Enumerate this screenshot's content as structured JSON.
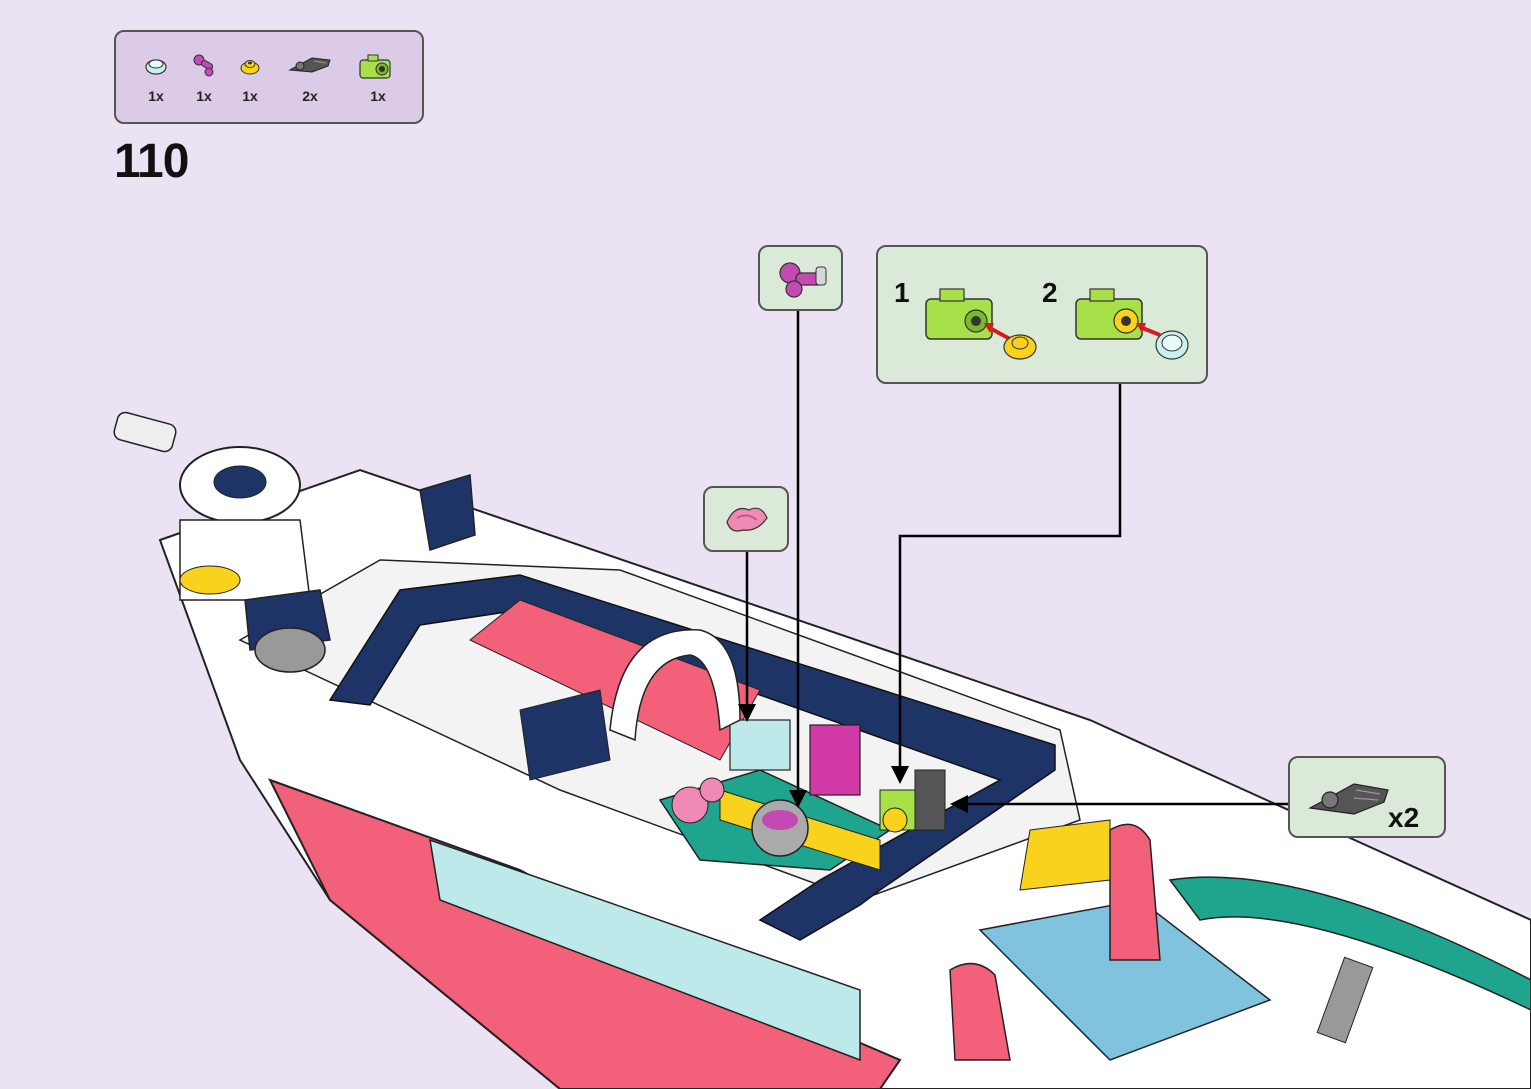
{
  "parts_list": {
    "items": [
      {
        "name": "trans-light-blue-round-dish-icon",
        "qty": "1x"
      },
      {
        "name": "magenta-hair-dryer-icon",
        "qty": "1x"
      },
      {
        "name": "yellow-round-plate-icon",
        "qty": "1x"
      },
      {
        "name": "dark-grey-flipper-icon",
        "qty": "2x"
      },
      {
        "name": "lime-camera-icon",
        "qty": "1x"
      }
    ]
  },
  "step": {
    "number": "110"
  },
  "callouts": {
    "camera_substeps": [
      {
        "label": "1"
      },
      {
        "label": "2"
      }
    ],
    "flipper": {
      "multiplier": "x2"
    }
  },
  "colors": {
    "background": "#ebe3f3",
    "parts_box": "#dccbe6",
    "callout_box": "#dbe9d8",
    "navy": "#1e3466",
    "coral": "#f2607a",
    "teal": "#1fa58e",
    "white": "#ffffff",
    "trans_blue": "#bde9ea",
    "lime": "#a8e04a",
    "yellow": "#f8d21c",
    "magenta": "#d23aa8"
  }
}
